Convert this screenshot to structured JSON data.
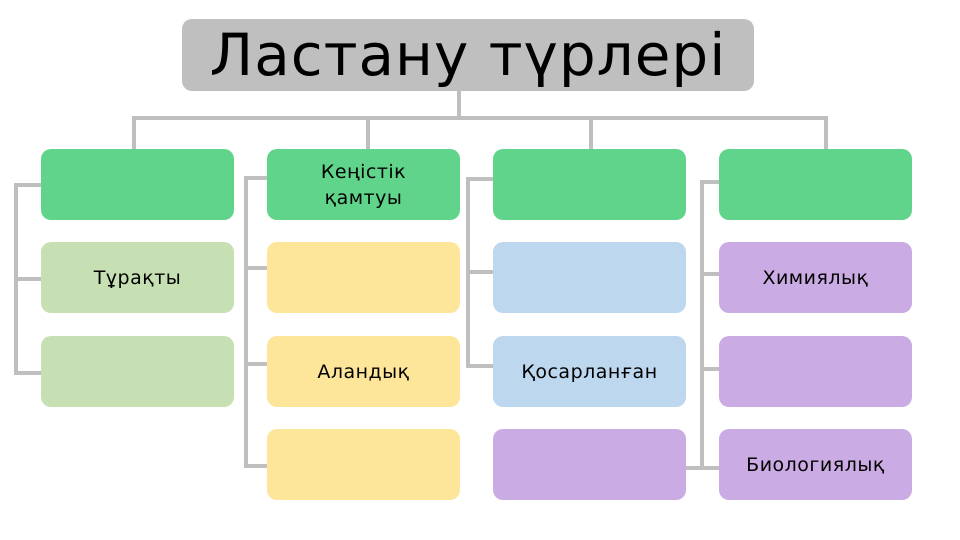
{
  "title": "Ластану түрлері",
  "colors": {
    "title_bg": "#bfbfbf",
    "connector": "#bfbfbf",
    "header_green": "#5fd48a",
    "light_green": "#c6e0b4",
    "yellow": "#fde59a",
    "light_blue": "#bdd7ee",
    "purple": "#cbabe3"
  },
  "columns": [
    {
      "header": "",
      "children": [
        "Тұрақты",
        ""
      ]
    },
    {
      "header": "Кеңістік қамтуы",
      "children": [
        "",
        "Аландық",
        ""
      ]
    },
    {
      "header": "",
      "children": [
        "",
        "Қосарланған",
        ""
      ]
    },
    {
      "header": "",
      "children": [
        "Химиялық",
        "",
        "Биологиялық"
      ]
    }
  ]
}
